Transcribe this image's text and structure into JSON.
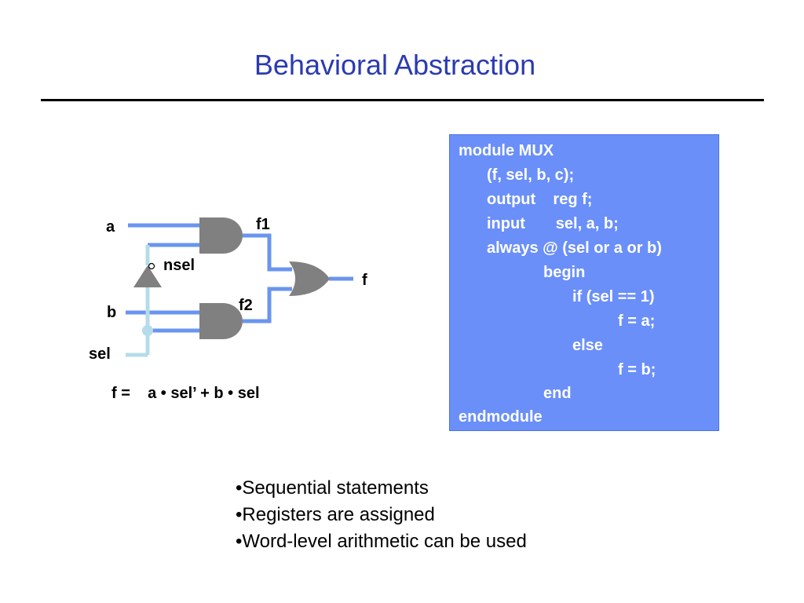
{
  "title": "Behavioral Abstraction",
  "circuit": {
    "labels": {
      "a": "a",
      "b": "b",
      "sel": "sel",
      "nsel": "nsel",
      "f1": "f1",
      "f2": "f2",
      "f": "f"
    },
    "equation": "f =    a • sel’ + b • sel",
    "colors": {
      "wire_dark": "#6a95ef",
      "wire_light": "#b5dcea",
      "gate": "#808080"
    }
  },
  "code": {
    "lines": [
      "module MUX",
      "(f, sel, b, c);",
      "output    reg f;",
      "input       sel, a, b;",
      "always @ (sel or a or b)",
      "begin",
      "if (sel == 1)",
      "f = a;",
      "else",
      "f = b;",
      "end",
      "endmodule"
    ],
    "background": "#6a8ff9"
  },
  "bullets": [
    "•Sequential statements",
    "•Registers are assigned",
    "•Word-level arithmetic can be used"
  ]
}
